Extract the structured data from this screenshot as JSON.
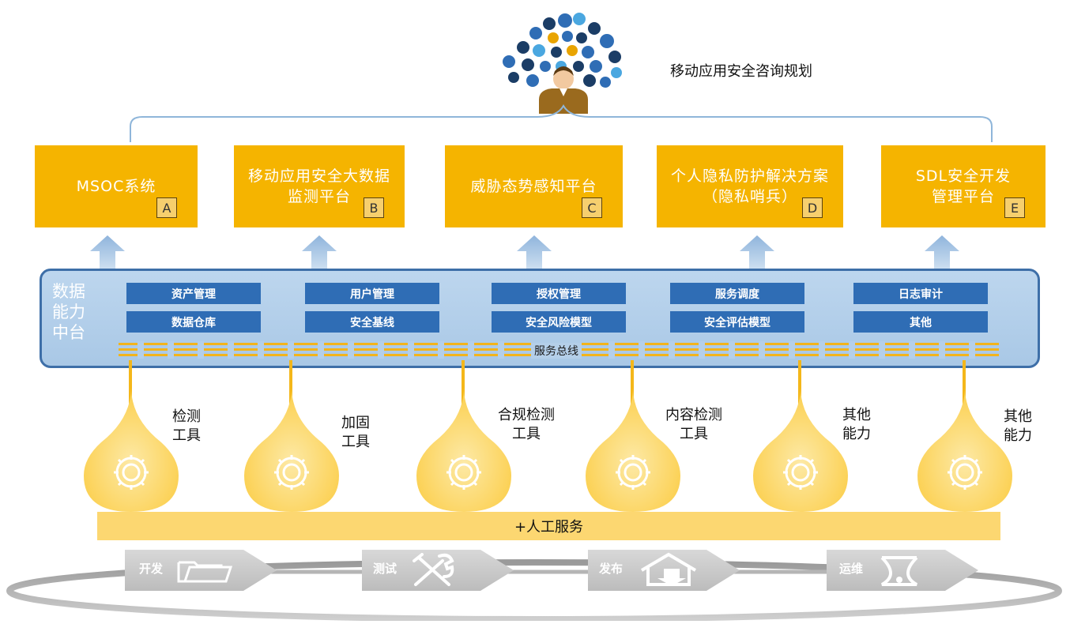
{
  "top_title": "移动应用安全咨询规划",
  "platforms": [
    {
      "label": "MSOC系统",
      "letter": "A"
    },
    {
      "label": "移动应用安全大数据\n监测平台",
      "letter": "B"
    },
    {
      "label": "威胁态势感知平台",
      "letter": "C"
    },
    {
      "label": "个人隐私防护解决方案\n（隐私哨兵）",
      "letter": "D"
    },
    {
      "label": "SDL安全开发\n管理平台",
      "letter": "E"
    }
  ],
  "center": {
    "title": "数据\n能力\n中台",
    "capabilities": [
      [
        "资产管理",
        "数据仓库"
      ],
      [
        "用户管理",
        "安全基线"
      ],
      [
        "授权管理",
        "安全风险模型"
      ],
      [
        "服务调度",
        "安全评估模型"
      ],
      [
        "日志审计",
        "其他"
      ]
    ],
    "bus_label": "服务总线"
  },
  "tools": [
    {
      "label": "检测\n工具"
    },
    {
      "label": "加固\n工具"
    },
    {
      "label": "合规检测\n工具"
    },
    {
      "label": "内容检测\n工具"
    },
    {
      "label": "其他\n能力"
    },
    {
      "label": "其他\n能力"
    }
  ],
  "manual_service": "+人工服务",
  "lifecycle": [
    {
      "label": "开发",
      "icon": "folder-icon"
    },
    {
      "label": "测试",
      "icon": "tools-icon"
    },
    {
      "label": "发布",
      "icon": "upload-icon"
    },
    {
      "label": "运维",
      "icon": "maintenance-icon"
    }
  ],
  "colors": {
    "platform": "#f5b400",
    "capability": "#2f6db5",
    "panel_border": "#3e6fa8",
    "drop": "#fcd255",
    "manual_bar": "#fcd771",
    "lifecycle_arrow": "#c8c8c8"
  }
}
